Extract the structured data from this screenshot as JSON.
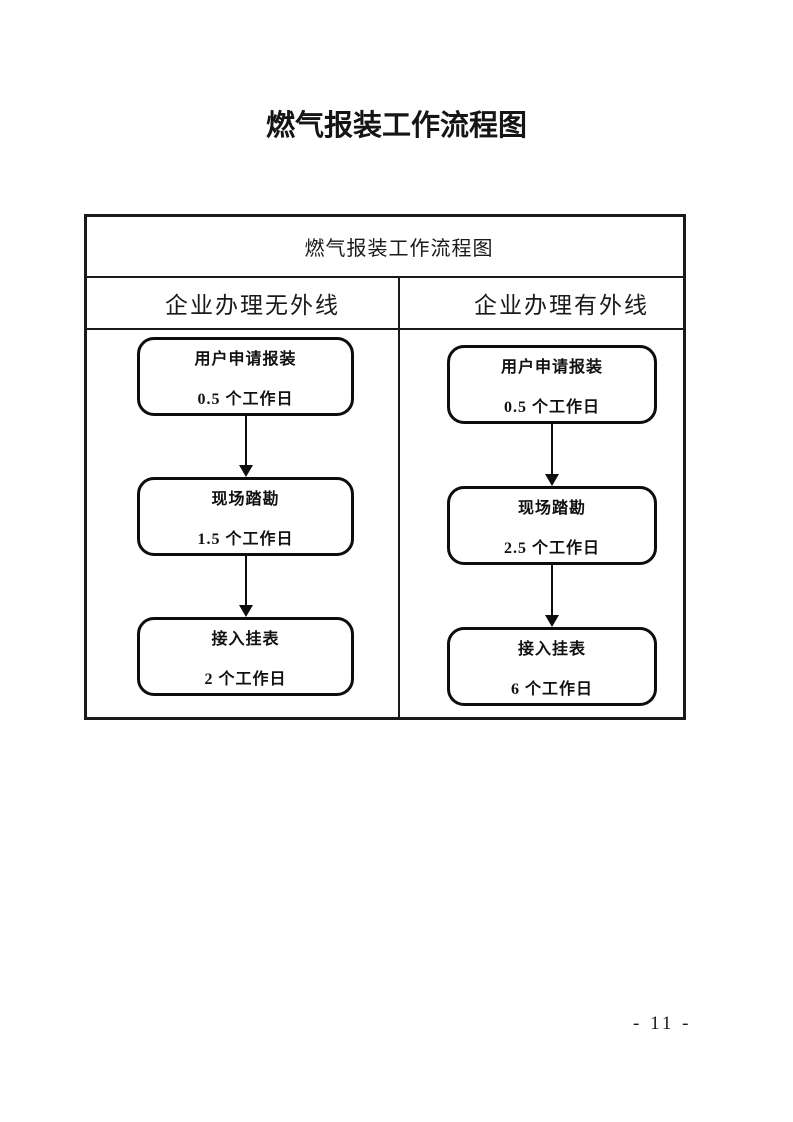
{
  "page": {
    "title": "燃气报装工作流程图",
    "page_number": "- 11 -"
  },
  "flowchart": {
    "title": "燃气报装工作流程图",
    "columns": [
      {
        "header": "企业办理无外线",
        "steps": [
          {
            "name": "用户申请报装",
            "duration": "0.5 个工作日"
          },
          {
            "name": "现场踏勘",
            "duration": "1.5 个工作日"
          },
          {
            "name": "接入挂表",
            "duration": "2 个工作日"
          }
        ]
      },
      {
        "header": "企业办理有外线",
        "steps": [
          {
            "name": "用户申请报装",
            "duration": "0.5 个工作日"
          },
          {
            "name": "现场踏勘",
            "duration": "2.5 个工作日"
          },
          {
            "name": "接入挂表",
            "duration": "6 个工作日"
          }
        ]
      }
    ]
  }
}
